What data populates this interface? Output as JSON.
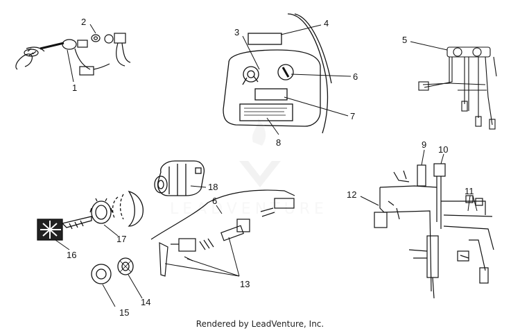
{
  "watermark": {
    "text": "LEADVENTURE"
  },
  "footer": {
    "credit": "Rendered by LeadVenture, Inc."
  },
  "callouts": {
    "c1": "1",
    "c2": "2",
    "c3": "3",
    "c4": "4",
    "c5": "5",
    "c6": "6",
    "c7": "7",
    "c8": "8",
    "c9": "9",
    "c10": "10",
    "c11": "11",
    "c12": "12",
    "c13": "13",
    "c14": "14",
    "c15": "15",
    "c16": "16",
    "c17": "17",
    "c18": "18",
    "c6b": "6"
  }
}
